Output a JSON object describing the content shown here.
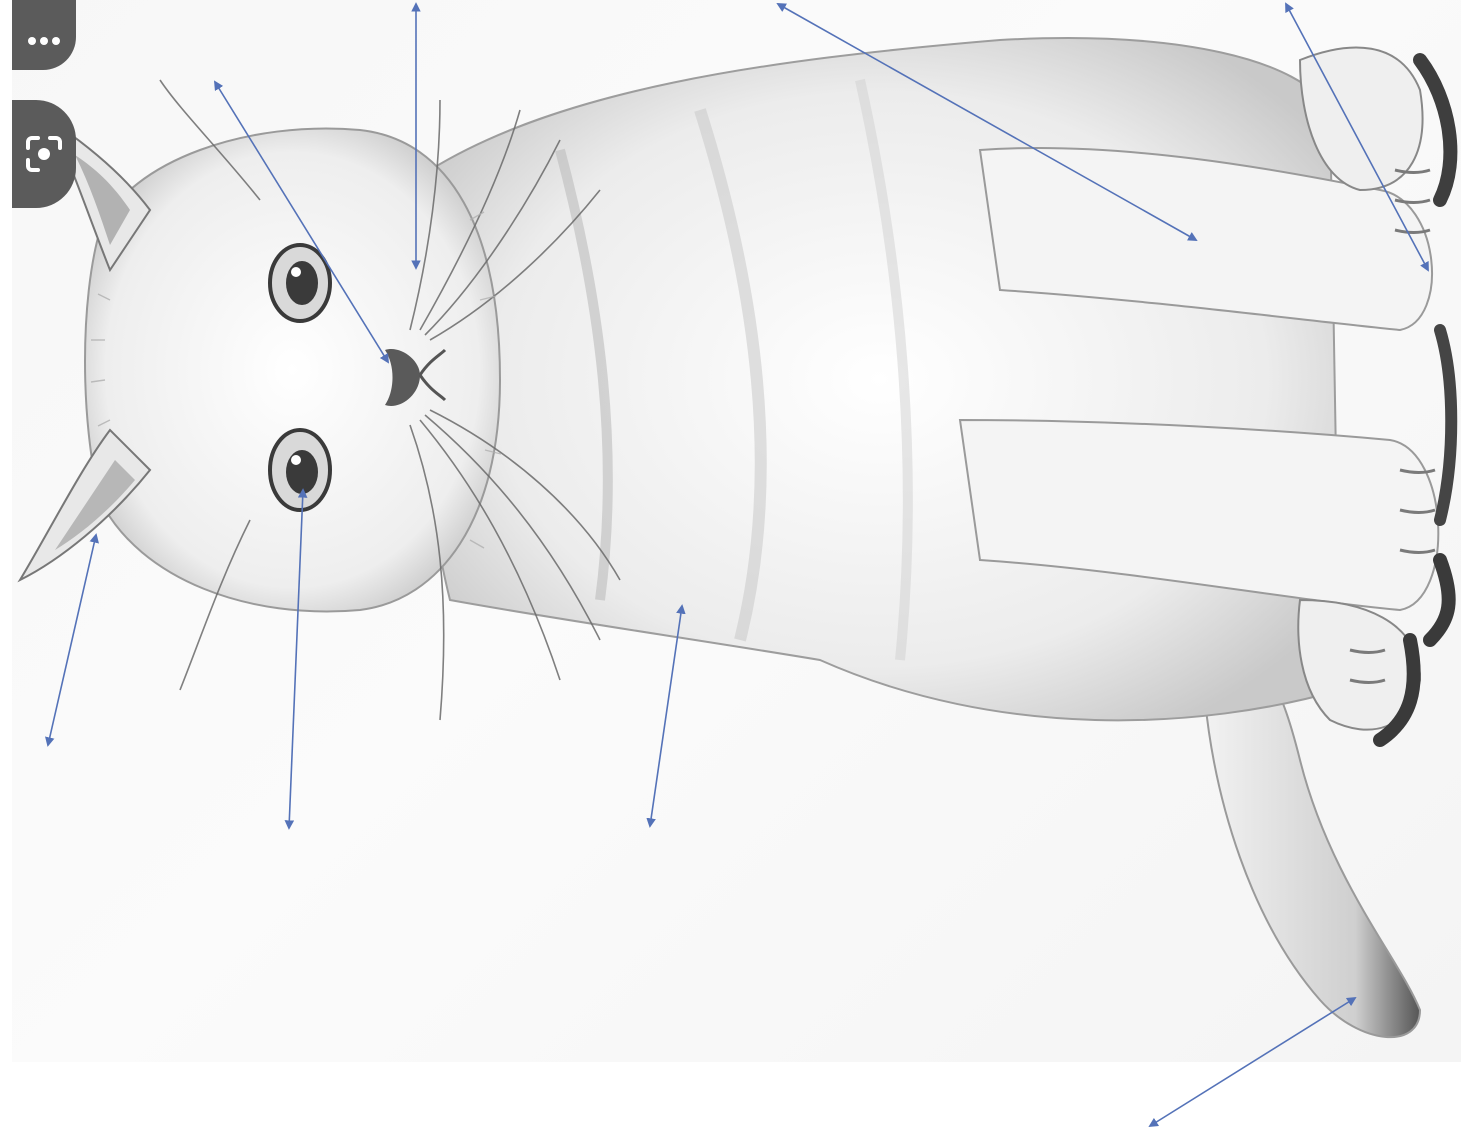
{
  "image": {
    "subject_icon": "cat-sketch",
    "style": "pencil drawing, rotated 90 degrees",
    "palette": {
      "paper": "#f7f7f7",
      "pencil_dark": "#4a4a4a",
      "pencil_mid": "#8a8a8a",
      "pencil_light": "#c4c4c4",
      "eye_iris": "#3a3a3a",
      "arrow": "#5472b8"
    }
  },
  "overlay_buttons": [
    {
      "icon": "more-horizontal-icon"
    },
    {
      "icon": "lens-search-icon"
    }
  ],
  "annotation_arrows": {
    "count": 8,
    "color": "#5472b8",
    "style": "double-headed"
  }
}
